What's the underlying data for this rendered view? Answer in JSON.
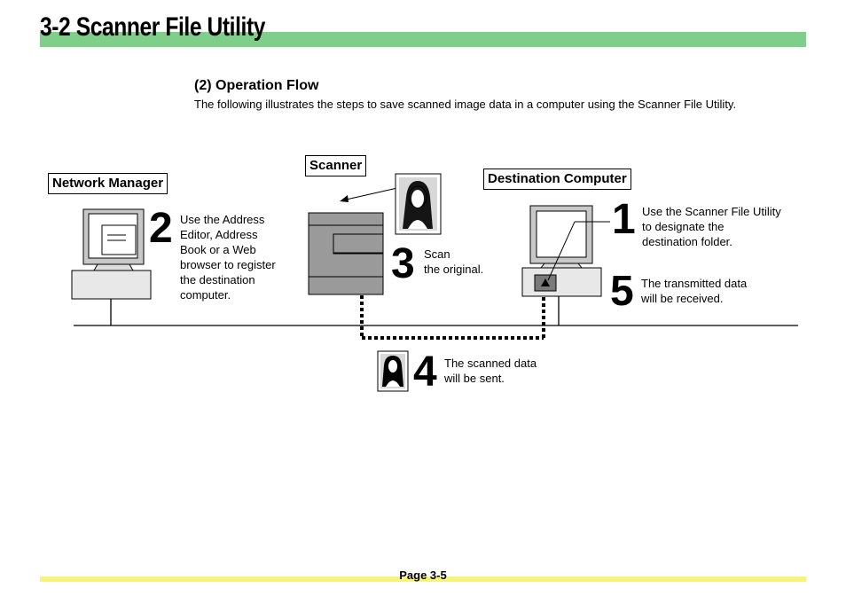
{
  "header": {
    "title": "3-2  Scanner File Utility"
  },
  "section": {
    "heading": "(2) Operation Flow",
    "description": "The following illustrates the steps to save scanned image data in a computer using the Scanner File Utility."
  },
  "labels": {
    "network_manager": "Network Manager",
    "scanner": "Scanner",
    "destination_computer": "Destination Computer"
  },
  "steps": [
    {
      "number": "1",
      "lines": [
        "Use the Scanner File Utility",
        "to designate the",
        "destination folder."
      ]
    },
    {
      "number": "2",
      "lines": [
        "Use the Address",
        "Editor, Address",
        "Book or a Web",
        "browser to register",
        "the destination",
        "computer."
      ]
    },
    {
      "number": "3",
      "lines": [
        "Scan",
        "the original."
      ]
    },
    {
      "number": "4",
      "lines": [
        "The scanned data",
        "will be sent."
      ]
    },
    {
      "number": "5",
      "lines": [
        "The transmitted data",
        "will be received."
      ]
    }
  ],
  "footer": {
    "page": "Page 3-5"
  },
  "colors": {
    "header_bar": "#7fcf8a",
    "footer_bar": "#f7f47a",
    "device_gray": "#9a9a9a"
  }
}
